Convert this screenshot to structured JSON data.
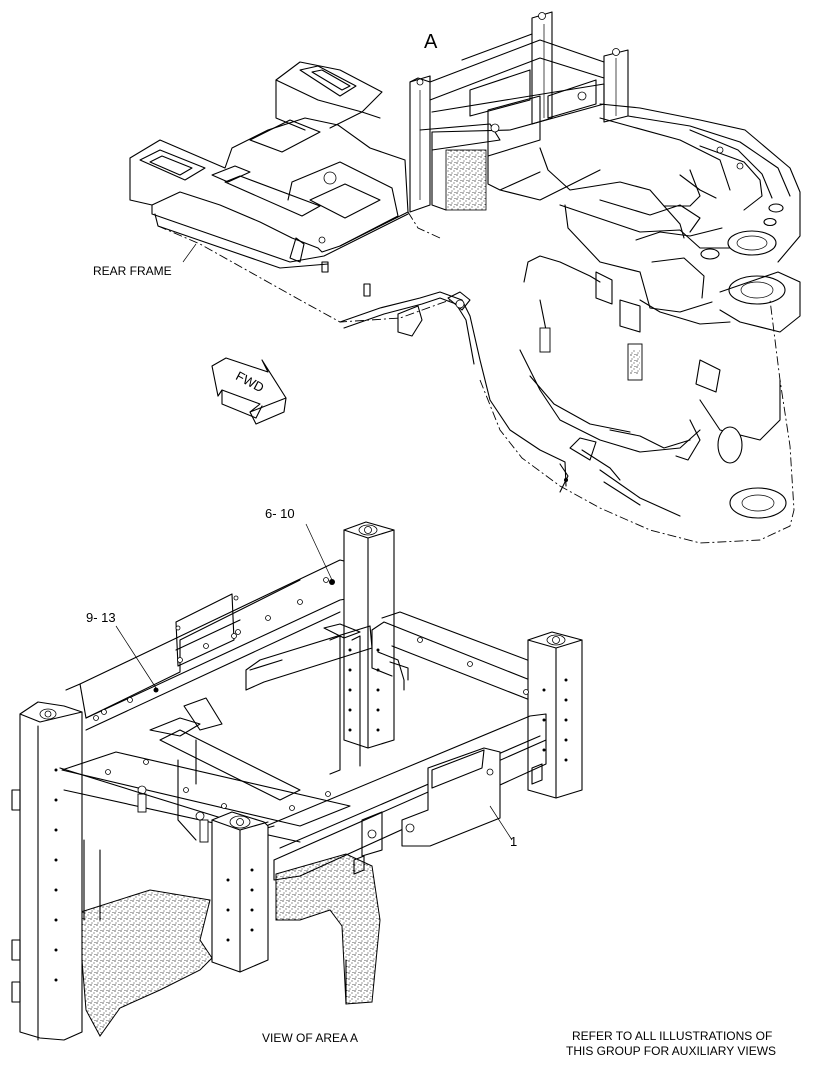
{
  "labels": {
    "area_callout": "A",
    "rear_frame": "REAR FRAME",
    "fwd_arrow": "FWD",
    "callout_6_10": "6- 10",
    "callout_9_13": "9- 13",
    "callout_1": "1",
    "view_caption": "VIEW OF AREA A",
    "refer_line1": "REFER TO ALL ILLUSTRATIONS OF",
    "refer_line2": "THIS GROUP FOR AUXILIARY VIEWS"
  }
}
